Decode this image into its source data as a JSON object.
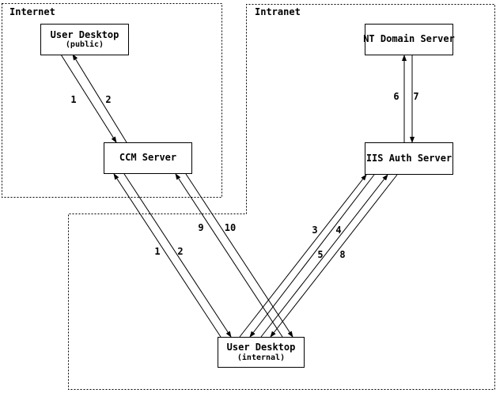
{
  "diagram": {
    "background_color": "#ffffff",
    "line_color": "#000000"
  },
  "regions": {
    "internet": {
      "label": "Internet"
    },
    "intranet": {
      "label": "Intranet"
    }
  },
  "nodes": {
    "user_desktop_public": {
      "title": "User Desktop",
      "subtitle": "(public)"
    },
    "ccm_server": {
      "title": "CCM Server"
    },
    "nt_domain_server": {
      "title": "NT Domain Server"
    },
    "iis_auth_server": {
      "title": "IIS Auth Server"
    },
    "user_desktop_internal": {
      "title": "User Desktop",
      "subtitle": "(internal)"
    }
  },
  "flow_labels": [
    {
      "label": "1",
      "from": "user_desktop_public",
      "to": "ccm_server"
    },
    {
      "label": "2",
      "from": "ccm_server",
      "to": "user_desktop_public"
    },
    {
      "label": "6",
      "from": "iis_auth_server",
      "to": "nt_domain_server"
    },
    {
      "label": "7",
      "from": "nt_domain_server",
      "to": "iis_auth_server"
    },
    {
      "label": "9",
      "from": "user_desktop_internal",
      "to": "ccm_server"
    },
    {
      "label": "10",
      "from": "ccm_server",
      "to": "user_desktop_internal"
    },
    {
      "label": "1",
      "from": "user_desktop_internal",
      "to": "ccm_server"
    },
    {
      "label": "2",
      "from": "ccm_server",
      "to": "user_desktop_internal"
    },
    {
      "label": "3",
      "from": "user_desktop_internal",
      "to": "iis_auth_server"
    },
    {
      "label": "4",
      "from": "iis_auth_server",
      "to": "user_desktop_internal"
    },
    {
      "label": "5",
      "from": "user_desktop_internal",
      "to": "iis_auth_server"
    },
    {
      "label": "8",
      "from": "iis_auth_server",
      "to": "user_desktop_internal"
    }
  ]
}
